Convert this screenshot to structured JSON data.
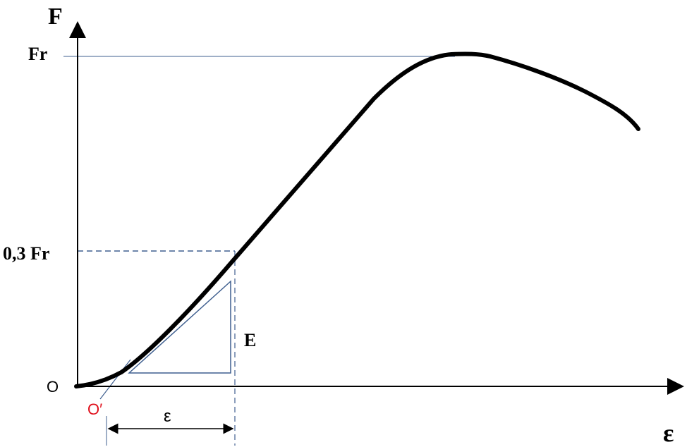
{
  "labels": {
    "y_axis": "F",
    "x_axis": "ε",
    "fr": "Fr",
    "fr_30": "0,3 Fr",
    "origin": "O",
    "origin_prime": "O′",
    "modulus": "E",
    "strain_span": "ε"
  },
  "colors": {
    "curve": "#000000",
    "axes": "#000000",
    "guide_lines": "#3f5f8f",
    "origin_prime": "#e0101c"
  }
}
